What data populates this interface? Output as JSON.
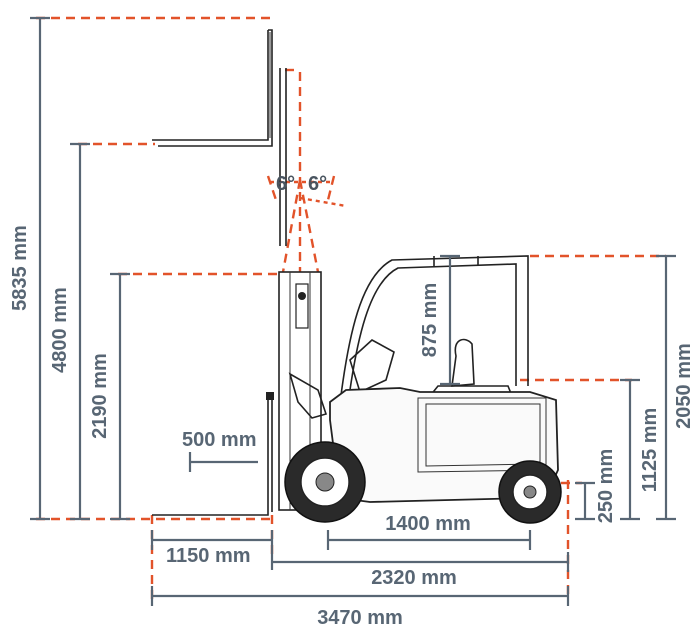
{
  "colors": {
    "dimension": "#586674",
    "guide": "#e2532a",
    "outline": "#222222"
  },
  "dimensions": {
    "max_lift_height": "5835 mm",
    "free_lift_fork_height": "4800 mm",
    "mast_height": "2190 mm",
    "load_center": "500 mm",
    "roof_height": "875 mm",
    "overhead_guard_height": "2050 mm",
    "seat_height": "1125 mm",
    "ground_clearance": "250 mm",
    "wheelbase": "1400 mm",
    "fork_length": "1150 mm",
    "length_to_fork_face": "2320 mm",
    "overall_length": "3470 mm"
  },
  "tilt": {
    "forward": "6°",
    "backward": "6°"
  }
}
